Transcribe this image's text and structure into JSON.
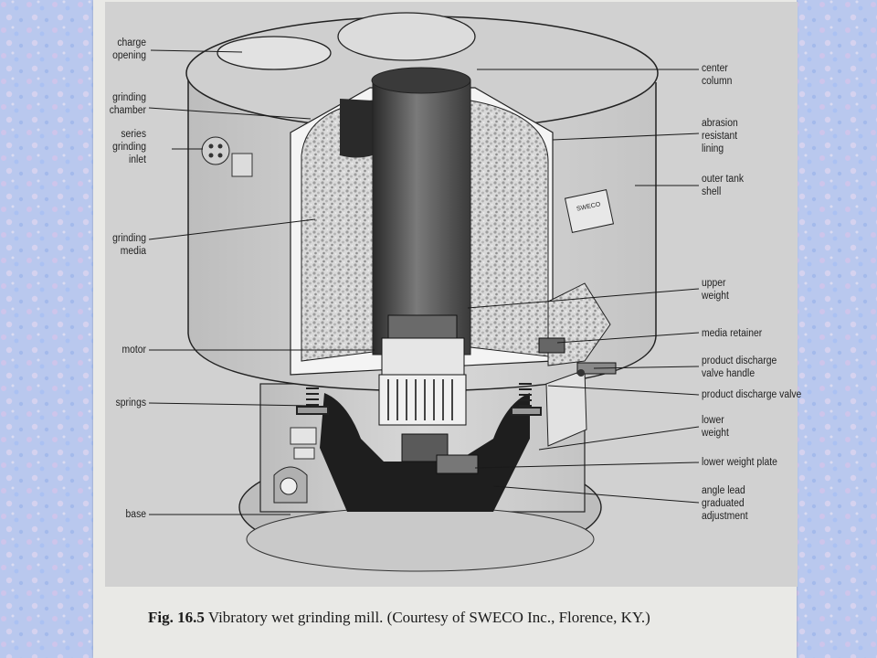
{
  "labels": {
    "charge_opening": "charge\nopening",
    "grinding_chamber": "grinding\nchamber",
    "series_grinding_inlet": "series\ngrinding\ninlet",
    "grinding_media": "grinding\nmedia",
    "motor": "motor",
    "springs": "springs",
    "base": "base",
    "center_column": "center\ncolumn",
    "abrasion_resistant_lining": "abrasion\nresistant\nlining",
    "outer_tank_shell": "outer tank\nshell",
    "upper_weight": "upper\nweight",
    "media_retainer": "media retainer",
    "product_discharge_valve_handle": "product discharge\nvalve handle",
    "product_discharge_valve": "product discharge valve",
    "lower_weight": "lower\nweight",
    "lower_weight_plate": "lower weight plate",
    "angle_lead_graduated_adjustment": "angle lead\ngraduated\nadjustment"
  },
  "nameplate": "SWECO",
  "caption": {
    "fig_number": "Fig. 16.5",
    "text": "Vibratory wet grinding mill. (Courtesy of SWECO Inc., Florence, KY.)"
  },
  "colors": {
    "page_background": "#b9c8ee",
    "scan_background": "#d1d1d1",
    "line_color": "#1a1a1a"
  }
}
